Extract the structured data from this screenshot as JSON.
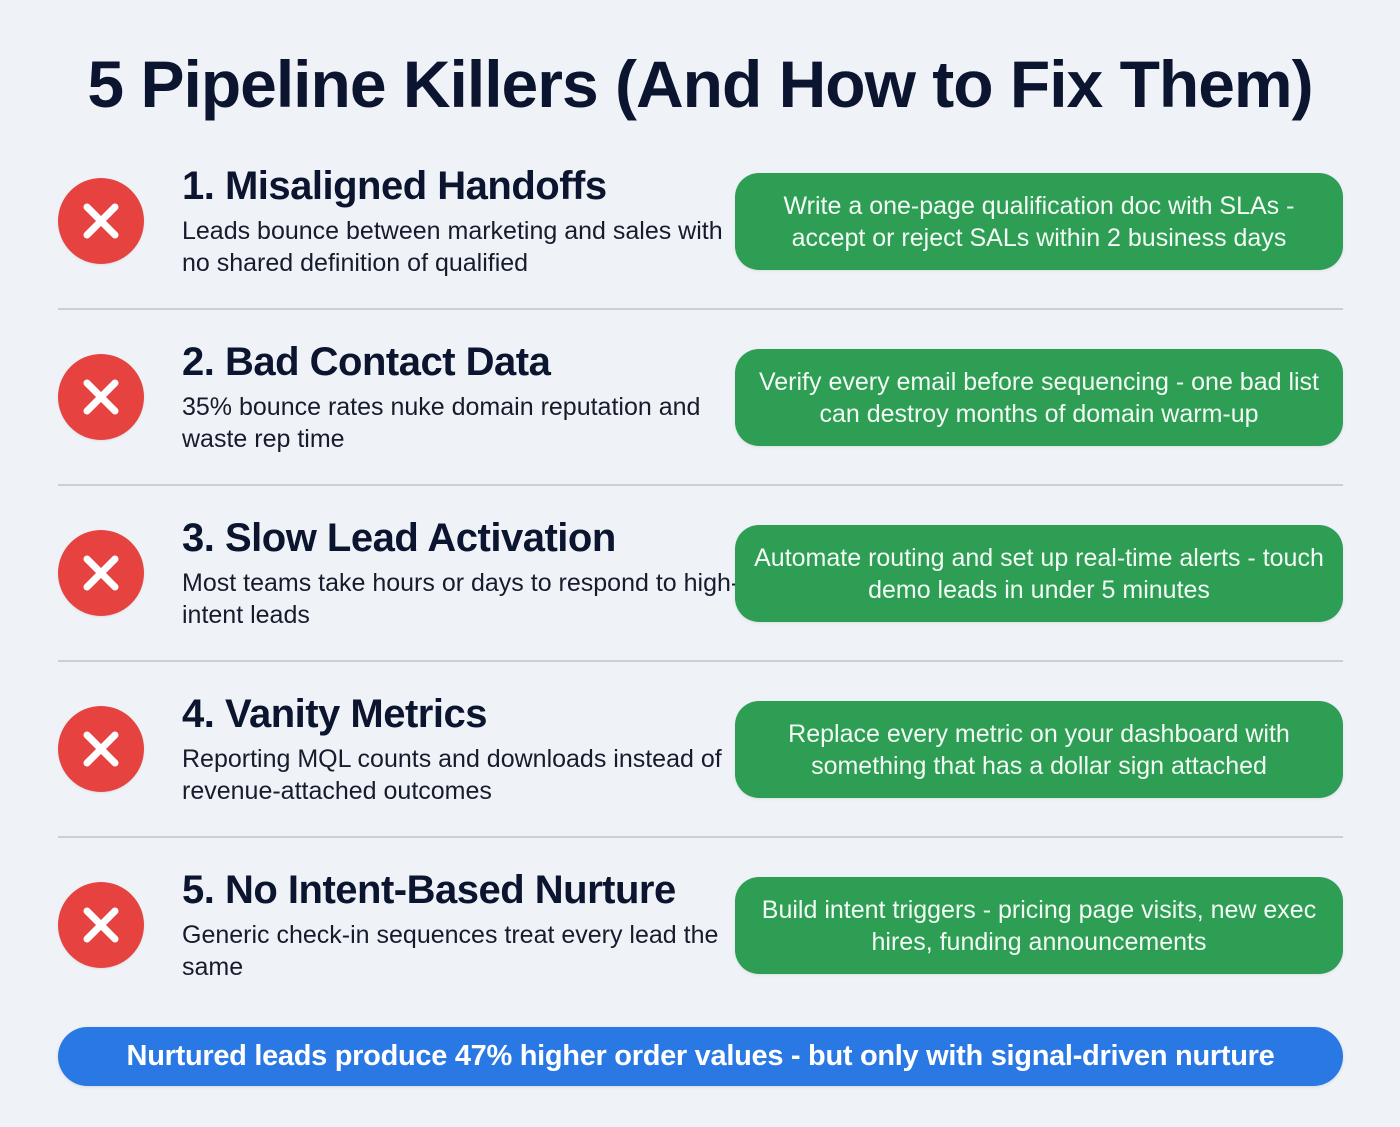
{
  "title": "5 Pipeline Killers (And How to Fix Them)",
  "colors": {
    "background": "#eff2f7",
    "heading": "#0c1530",
    "problem_icon": "#e6423f",
    "fix_box": "#2e9e55",
    "banner": "#2a78e4"
  },
  "items": [
    {
      "icon": "x-circle-icon",
      "heading": "1. Misaligned Handoffs",
      "description": "Leads bounce between marketing and sales with no shared definition of qualified",
      "fix": "Write a one-page qualification doc with SLAs - accept or reject SALs within 2 business days"
    },
    {
      "icon": "x-circle-icon",
      "heading": "2. Bad Contact Data",
      "description": "35% bounce rates nuke domain reputation and waste rep time",
      "fix": "Verify every email before sequencing - one bad list can destroy months of domain warm-up"
    },
    {
      "icon": "x-circle-icon",
      "heading": "3. Slow Lead Activation",
      "description": "Most teams take hours or days to respond to high-intent leads",
      "fix": "Automate routing and set up real-time alerts - touch demo leads in under 5 minutes"
    },
    {
      "icon": "x-circle-icon",
      "heading": "4. Vanity Metrics",
      "description": "Reporting MQL counts and downloads instead of revenue-attached outcomes",
      "fix": "Replace every metric on your dashboard with something that has a dollar sign attached"
    },
    {
      "icon": "x-circle-icon",
      "heading": "5. No Intent-Based Nurture",
      "description": "Generic check-in sequences treat every lead the same",
      "fix": "Build intent triggers - pricing page visits, new exec hires, funding announcements"
    }
  ],
  "banner": "Nurtured leads produce 47% higher order values - but only with signal-driven nurture"
}
